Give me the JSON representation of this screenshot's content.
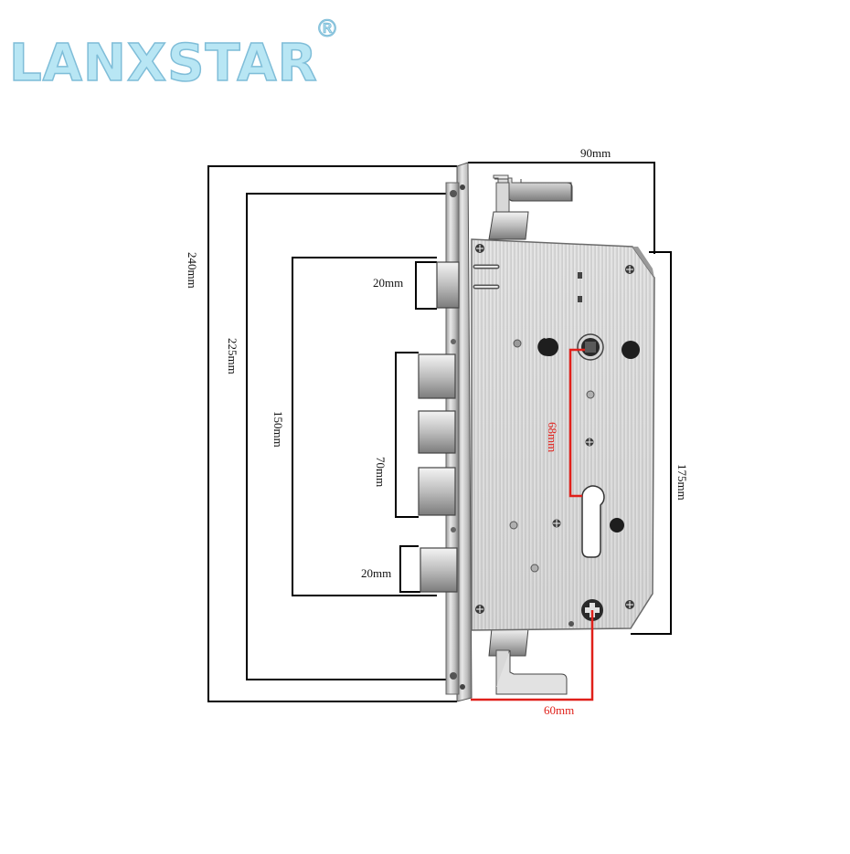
{
  "brand": {
    "name": "LANXSTAR",
    "registered_mark": "®",
    "color": "#b8e6f4",
    "outline": "#7fbdd8"
  },
  "dimensions": {
    "width_top": "90mm",
    "total_height": "240mm",
    "height_225": "225mm",
    "height_150": "150mm",
    "top_latch": "20mm",
    "bolt_span": "70mm",
    "bottom_latch": "20mm",
    "backset": "60mm",
    "center_distance": "68mm",
    "case_height": "175mm"
  },
  "colors": {
    "dimension_line": "#000000",
    "highlight": "#e0201a",
    "steel_light": "#dcdcdc",
    "steel_dark": "#8a8a8a"
  },
  "icons": {
    "spindle": "spindle-hole-icon",
    "cylinder": "keyhole-cylinder-icon",
    "screw": "screw-icon"
  }
}
